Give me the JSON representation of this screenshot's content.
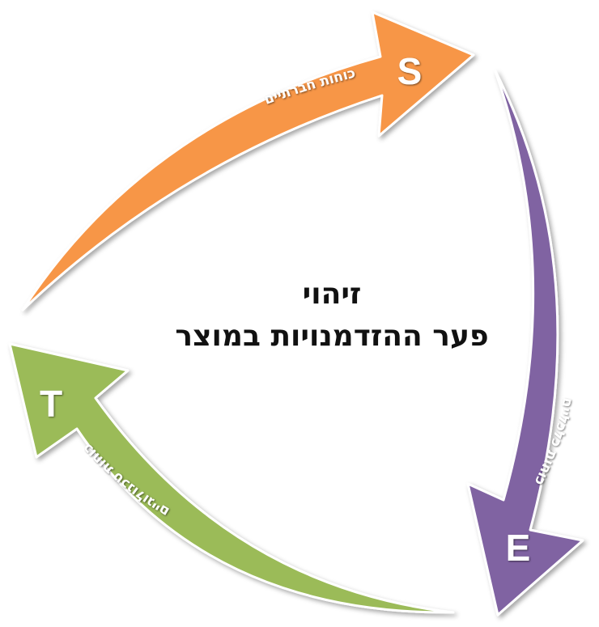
{
  "center": {
    "line1": "זיהוי",
    "line2": "פער ההזדמנויות במוצר"
  },
  "arrows": {
    "social": {
      "letter": "S",
      "label": "כוחות חברתיים",
      "color": "#F79646"
    },
    "economic": {
      "letter": "E",
      "label": "כוחות כלכליים",
      "color": "#8064A2"
    },
    "technological": {
      "letter": "T",
      "label": "כוחות טכנולוגיים",
      "color": "#9BBB59"
    }
  }
}
